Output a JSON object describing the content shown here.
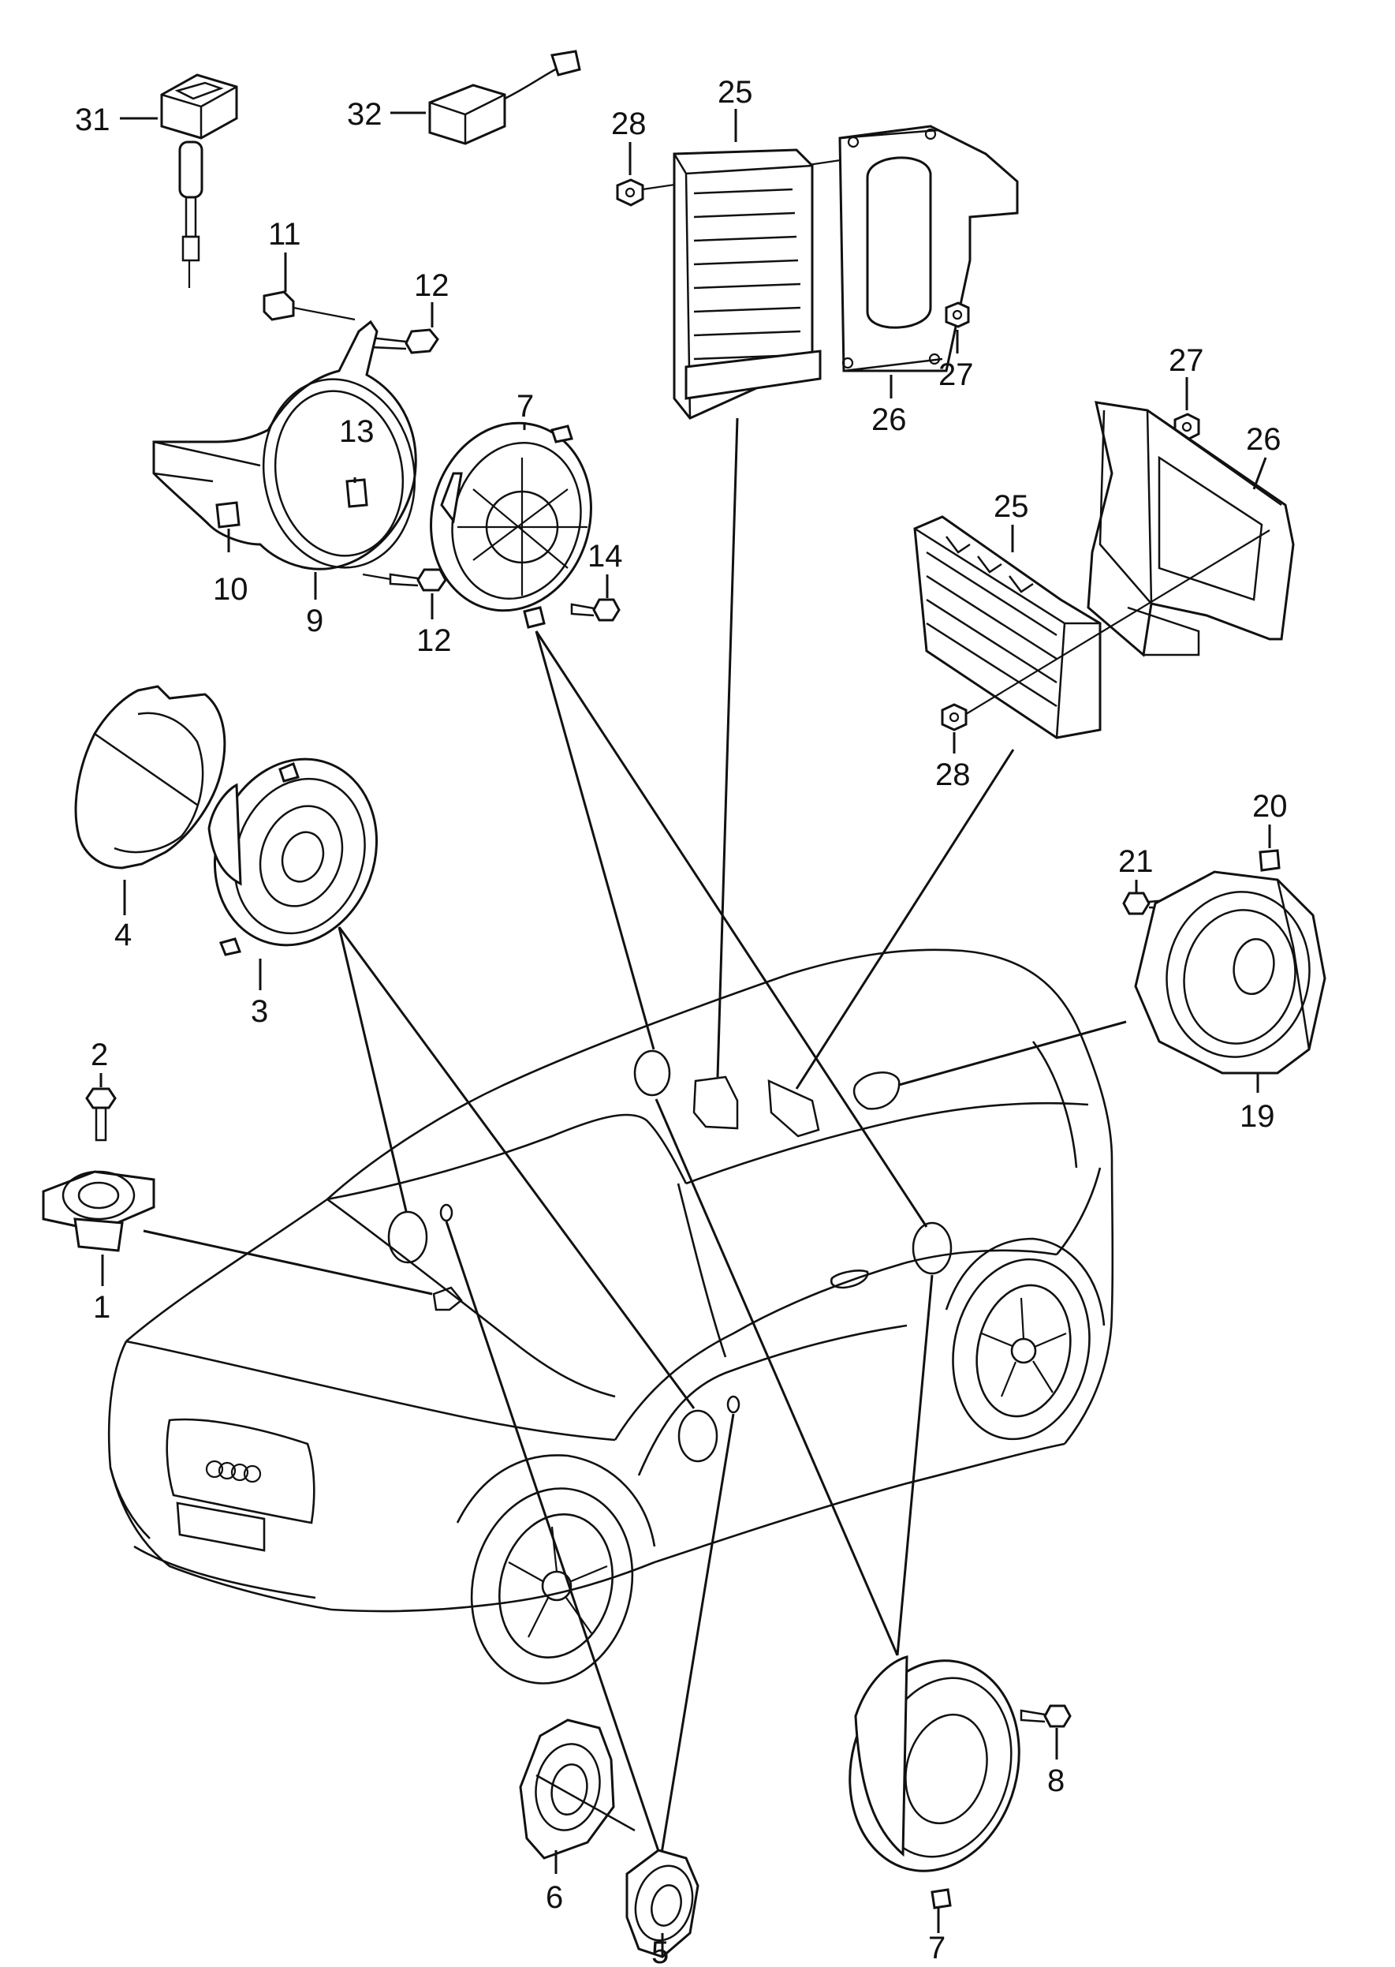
{
  "callouts": [
    {
      "id": "c31",
      "text": "31"
    },
    {
      "id": "c32",
      "text": "32"
    },
    {
      "id": "c28a",
      "text": "28"
    },
    {
      "id": "c25a",
      "text": "25"
    },
    {
      "id": "c11",
      "text": "11"
    },
    {
      "id": "c12a",
      "text": "12"
    },
    {
      "id": "c13",
      "text": "13"
    },
    {
      "id": "c7a",
      "text": "7"
    },
    {
      "id": "c10",
      "text": "10"
    },
    {
      "id": "c9",
      "text": "9"
    },
    {
      "id": "c12b",
      "text": "12"
    },
    {
      "id": "c14",
      "text": "14"
    },
    {
      "id": "c27a",
      "text": "27"
    },
    {
      "id": "c26a",
      "text": "26"
    },
    {
      "id": "c27b",
      "text": "27"
    },
    {
      "id": "c26b",
      "text": "26"
    },
    {
      "id": "c25b",
      "text": "25"
    },
    {
      "id": "c28b",
      "text": "28"
    },
    {
      "id": "c4",
      "text": "4"
    },
    {
      "id": "c3",
      "text": "3"
    },
    {
      "id": "c20",
      "text": "20"
    },
    {
      "id": "c21",
      "text": "21"
    },
    {
      "id": "c19",
      "text": "19"
    },
    {
      "id": "c2",
      "text": "2"
    },
    {
      "id": "c1",
      "text": "1"
    },
    {
      "id": "c8",
      "text": "8"
    },
    {
      "id": "c6",
      "text": "6"
    },
    {
      "id": "c5",
      "text": "5"
    },
    {
      "id": "c7b",
      "text": "7"
    }
  ]
}
